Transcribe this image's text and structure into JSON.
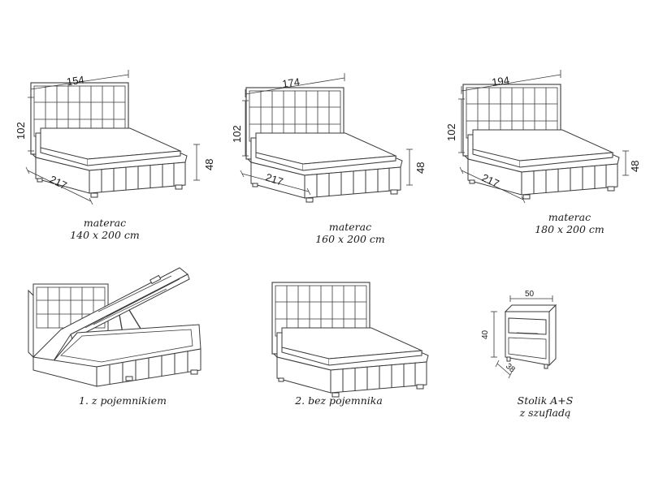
{
  "beds": [
    {
      "headboard_width": "154",
      "height": "102",
      "side_height": "48",
      "length": "217",
      "caption_line1": "materac",
      "caption_line2": "140 x 200 cm"
    },
    {
      "headboard_width": "174",
      "height": "102",
      "side_height": "48",
      "length": "217",
      "caption_line1": "materac",
      "caption_line2": "160 x 200 cm"
    },
    {
      "headboard_width": "194",
      "height": "102",
      "side_height": "48",
      "length": "217",
      "caption_line1": "materac",
      "caption_line2": "180 x 200 cm"
    }
  ],
  "variants": [
    {
      "label": "1. z pojemnikiem"
    },
    {
      "label": "2. bez pojemnika"
    }
  ],
  "nightstand": {
    "width": "50",
    "height": "40",
    "depth": "38",
    "caption_line1": "Stolik A+S",
    "caption_line2": "z szufladą"
  },
  "colors": {
    "line": "#3a3a3a",
    "text": "#1a1a1a",
    "background": "#ffffff"
  }
}
